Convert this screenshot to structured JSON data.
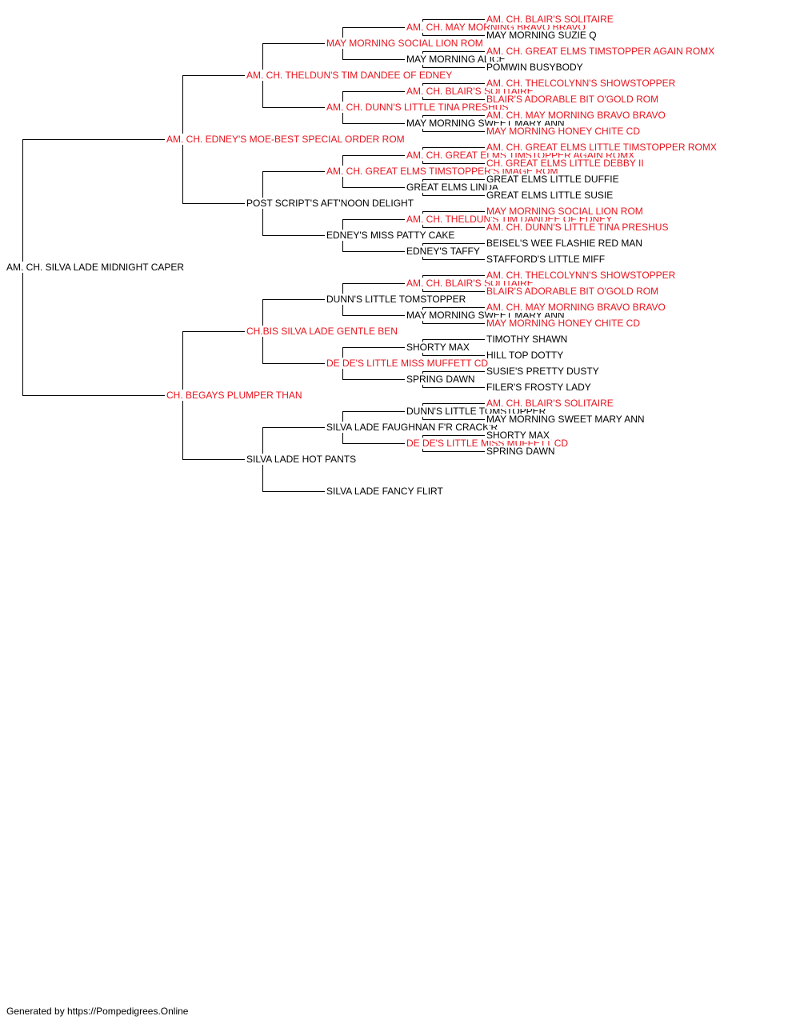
{
  "colors": {
    "titled": "#e8141e",
    "plain": "#000000",
    "line": "#000000"
  },
  "root": {
    "name": "AM. CH. SILVA LADE MIDNIGHT CAPER",
    "titled": false
  },
  "sire": {
    "name": "AM. CH. EDNEY'S MOE-BEST SPECIAL ORDER ROM",
    "titled": true
  },
  "dam": {
    "name": "CH. BEGAYS PLUMPER THAN",
    "titled": true
  },
  "gen3": [
    {
      "name": "AM. CH. THELDUN'S TIM DANDEE OF EDNEY",
      "titled": true
    },
    {
      "name": "POST SCRIPT'S AFT'NOON DELIGHT",
      "titled": false
    },
    {
      "name": "CH.BIS SILVA LADE GENTLE BEN",
      "titled": true
    },
    {
      "name": "SILVA LADE HOT PANTS",
      "titled": false
    }
  ],
  "gen4": [
    {
      "name": "MAY MORNING SOCIAL LION ROM",
      "titled": true
    },
    {
      "name": "AM. CH. DUNN'S LITTLE TINA PRESHUS",
      "titled": true
    },
    {
      "name": "AM. CH. GREAT ELMS TIMSTOPPER'S IMAGE ROM",
      "titled": true
    },
    {
      "name": "EDNEY'S MISS PATTY CAKE",
      "titled": false
    },
    {
      "name": "DUNN'S LITTLE TOMSTOPPER",
      "titled": false
    },
    {
      "name": "DE DE'S LITTLE MISS MUFFETT CD",
      "titled": true
    },
    {
      "name": "SILVA LADE FAUGHNAN F'R CRACK'R",
      "titled": false
    },
    {
      "name": "SILVA LADE FANCY FLIRT",
      "titled": false
    }
  ],
  "gen5": [
    {
      "name": "AM. CH. MAY MORNING BRAVO BRAVO",
      "titled": true
    },
    {
      "name": "MAY MORNING ALICE",
      "titled": false
    },
    {
      "name": "AM. CH. BLAIR'S SOLITAIRE",
      "titled": true
    },
    {
      "name": "MAY MORNING SWEET MARY ANN",
      "titled": false
    },
    {
      "name": "AM. CH. GREAT ELMS TIMSTOPPER AGAIN ROMX",
      "titled": true
    },
    {
      "name": "GREAT ELMS LINDA",
      "titled": false
    },
    {
      "name": "AM. CH. THELDUN'S TIM DANDEE OF EDNEY",
      "titled": true
    },
    {
      "name": "EDNEY'S TAFFY",
      "titled": false
    },
    {
      "name": "AM. CH. BLAIR'S SOLITAIRE",
      "titled": true
    },
    {
      "name": "MAY MORNING SWEET MARY ANN",
      "titled": false
    },
    {
      "name": "SHORTY MAX",
      "titled": false
    },
    {
      "name": "SPRING DAWN",
      "titled": false
    },
    {
      "name": "DUNN'S LITTLE TOMSTOPPER",
      "titled": false
    },
    {
      "name": "DE DE'S LITTLE MISS MUFFETT CD",
      "titled": true
    },
    null,
    null
  ],
  "gen6": [
    {
      "name": "AM. CH. BLAIR'S SOLITAIRE",
      "titled": true
    },
    {
      "name": "MAY MORNING SUZIE Q",
      "titled": false
    },
    {
      "name": "AM. CH. GREAT ELMS TIMSTOPPER AGAIN ROMX",
      "titled": true
    },
    {
      "name": "POMWIN BUSYBODY",
      "titled": false
    },
    {
      "name": "AM. CH. THELCOLYNN'S SHOWSTOPPER",
      "titled": true
    },
    {
      "name": "BLAIR'S ADORABLE BIT O'GOLD ROM",
      "titled": true
    },
    {
      "name": "AM. CH. MAY MORNING BRAVO BRAVO",
      "titled": true
    },
    {
      "name": "MAY MORNING HONEY CHITE CD",
      "titled": true
    },
    {
      "name": "AM. CH. GREAT ELMS LITTLE TIMSTOPPER ROMX",
      "titled": true
    },
    {
      "name": "CH. GREAT ELMS LITTLE DEBBY II",
      "titled": true
    },
    {
      "name": "GREAT ELMS LITTLE DUFFIE",
      "titled": false
    },
    {
      "name": "GREAT ELMS LITTLE SUSIE",
      "titled": false
    },
    {
      "name": "MAY MORNING SOCIAL LION ROM",
      "titled": true
    },
    {
      "name": "AM. CH. DUNN'S LITTLE TINA PRESHUS",
      "titled": true
    },
    {
      "name": "BEISEL'S WEE FLASHIE RED MAN",
      "titled": false
    },
    {
      "name": "STAFFORD'S LITTLE MIFF",
      "titled": false
    },
    {
      "name": "AM. CH. THELCOLYNN'S SHOWSTOPPER",
      "titled": true
    },
    {
      "name": "BLAIR'S ADORABLE BIT O'GOLD ROM",
      "titled": true
    },
    {
      "name": "AM. CH. MAY MORNING BRAVO BRAVO",
      "titled": true
    },
    {
      "name": "MAY MORNING HONEY CHITE CD",
      "titled": true
    },
    {
      "name": "TIMOTHY SHAWN",
      "titled": false
    },
    {
      "name": "HILL TOP DOTTY",
      "titled": false
    },
    {
      "name": "SUSIE'S PRETTY DUSTY",
      "titled": false
    },
    {
      "name": "FILER'S FROSTY LADY",
      "titled": false
    },
    {
      "name": "AM. CH. BLAIR'S SOLITAIRE",
      "titled": true
    },
    {
      "name": "MAY MORNING SWEET MARY ANN",
      "titled": false
    },
    {
      "name": "SHORTY MAX",
      "titled": false
    },
    {
      "name": "SPRING DAWN",
      "titled": false
    },
    null,
    null,
    null,
    null
  ],
  "footer": "Generated by https://Pompedigrees.Online"
}
